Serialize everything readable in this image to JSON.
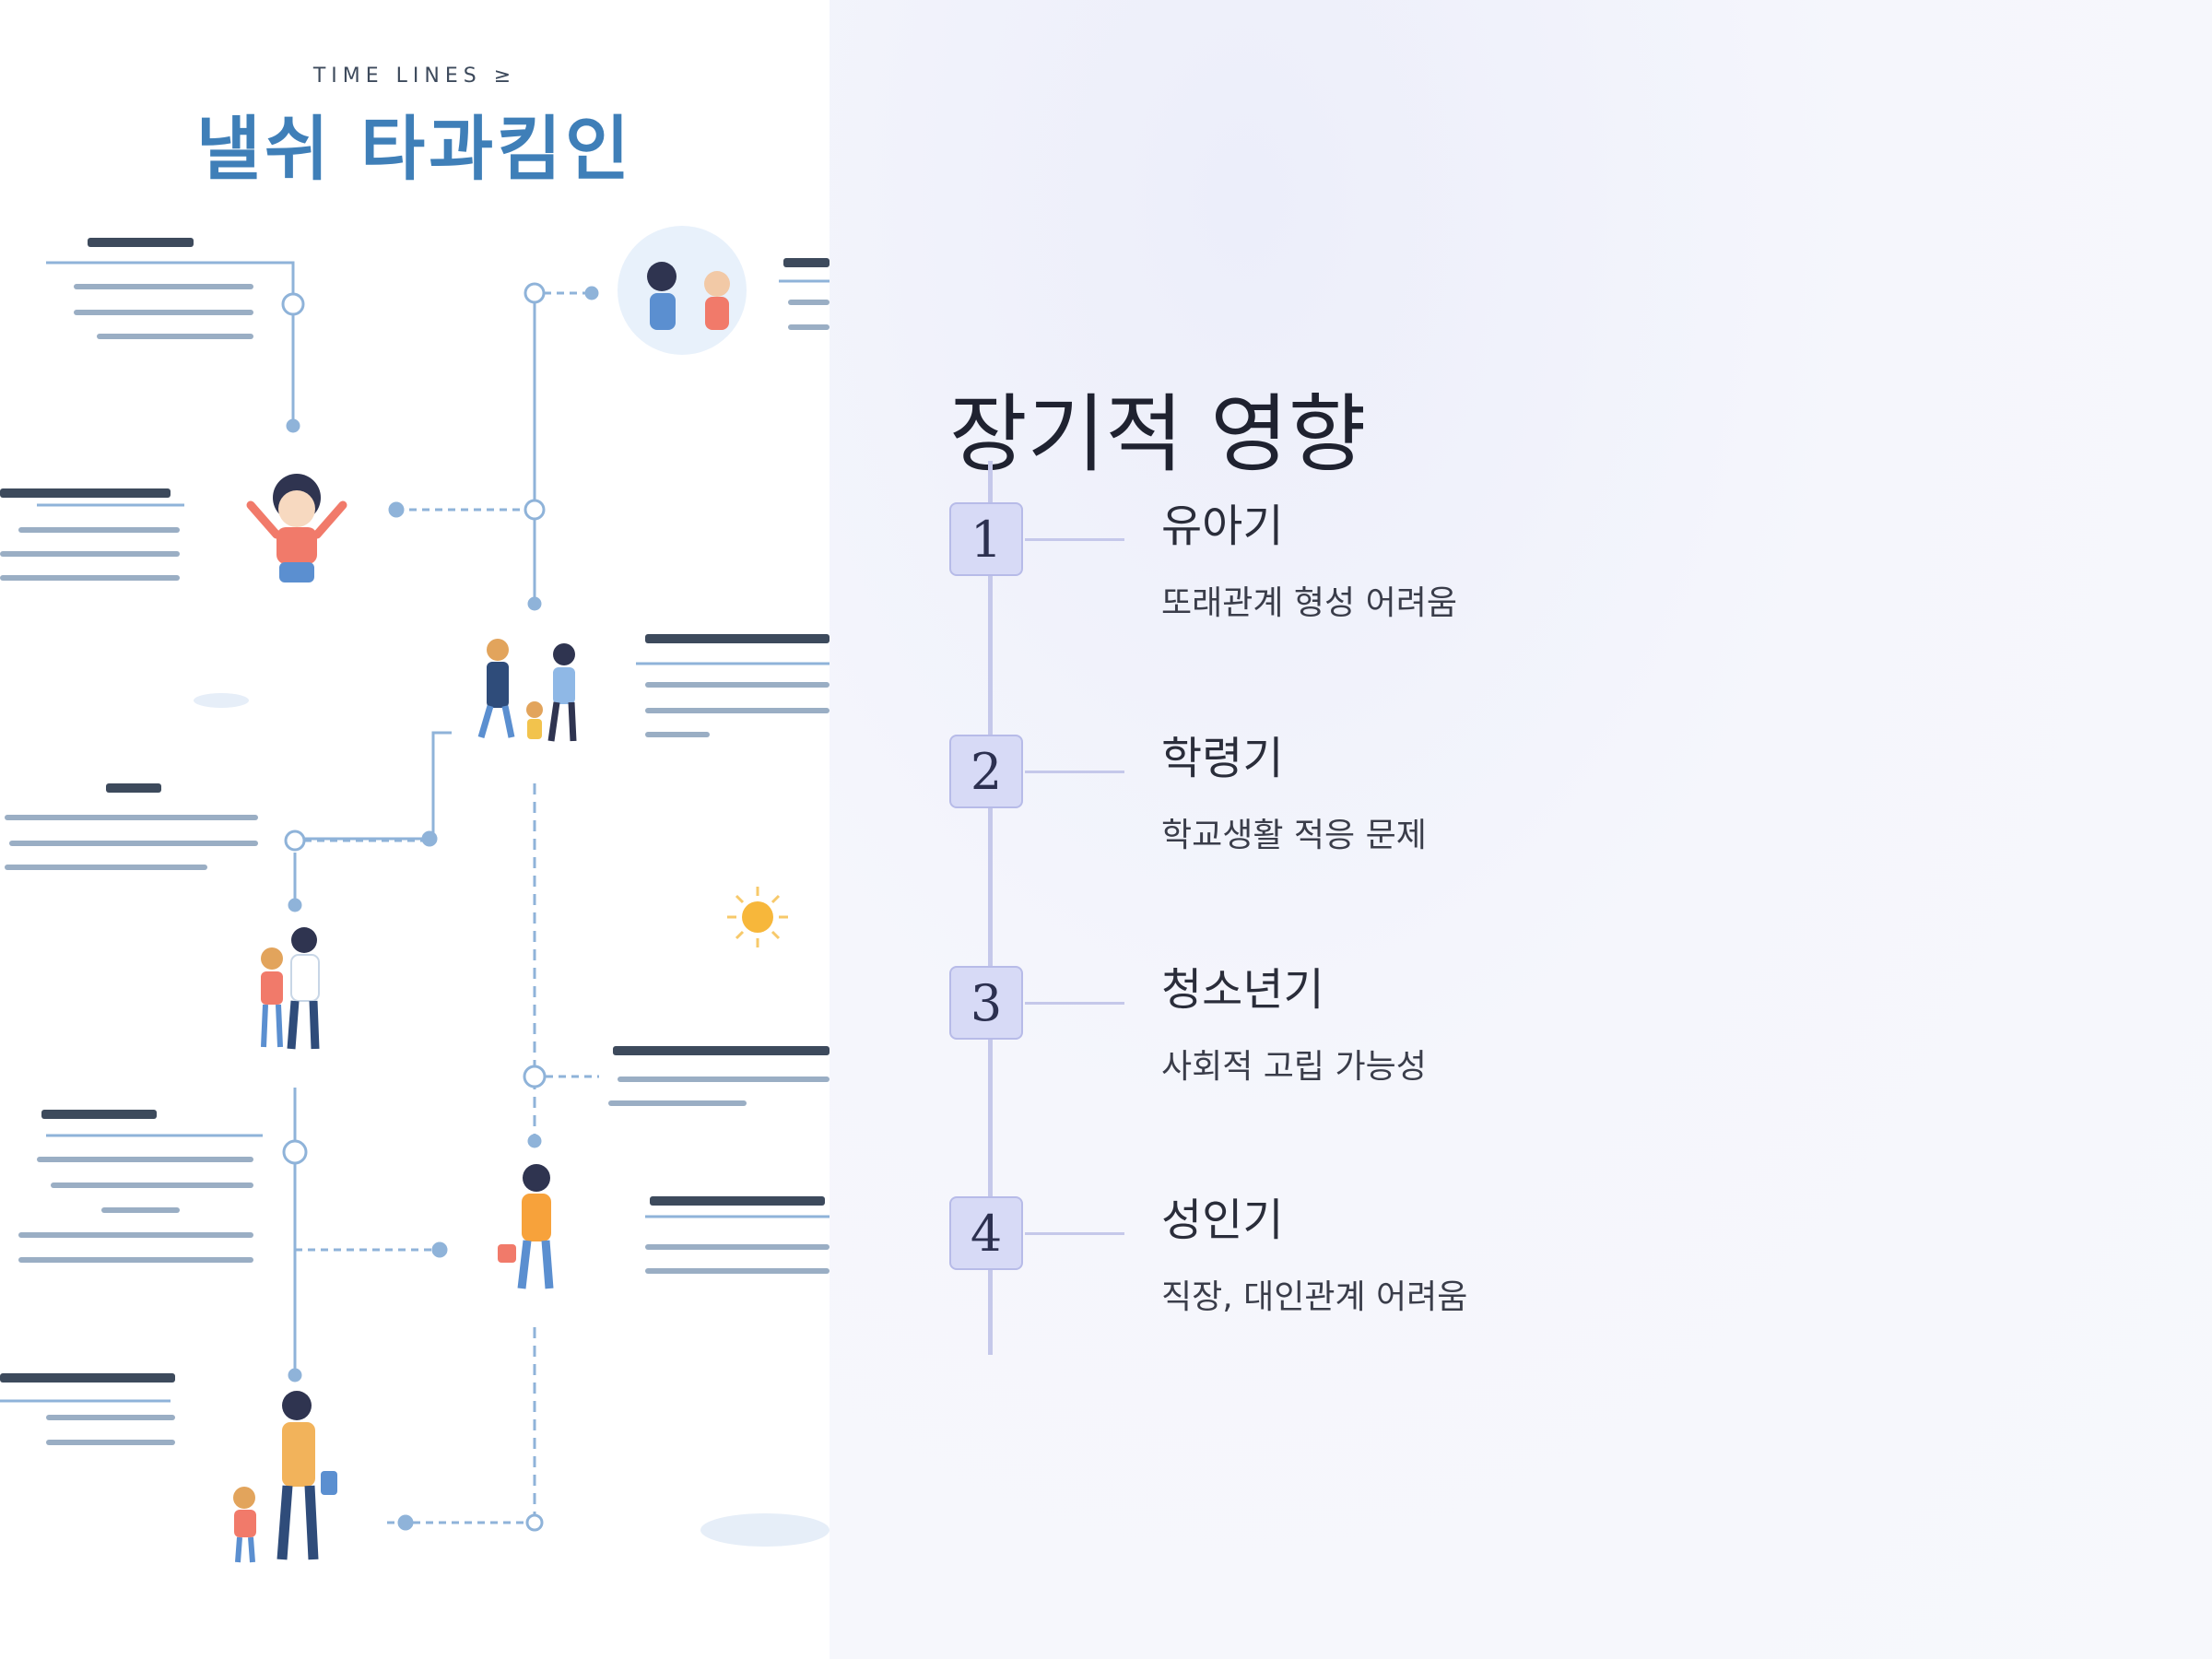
{
  "infographic": {
    "kicker": "TIME LINES ≥",
    "title": "낼쉬 타과킴인"
  },
  "slide": {
    "title": "장기적 영향",
    "steps": [
      {
        "number": "1",
        "title": "유아기",
        "desc": "또래관계 형성 어려움"
      },
      {
        "number": "2",
        "title": "학령기",
        "desc": "학교생활 적응 문제"
      },
      {
        "number": "3",
        "title": "청소년기",
        "desc": "사회적 고립 가능성"
      },
      {
        "number": "4",
        "title": "성인기",
        "desc": "직장, 대인관계 어려움"
      }
    ]
  },
  "colors": {
    "accent_badge": "#d7daf6",
    "timeline": "#c5c8ea",
    "illustration_line": "#8fb3d9"
  }
}
